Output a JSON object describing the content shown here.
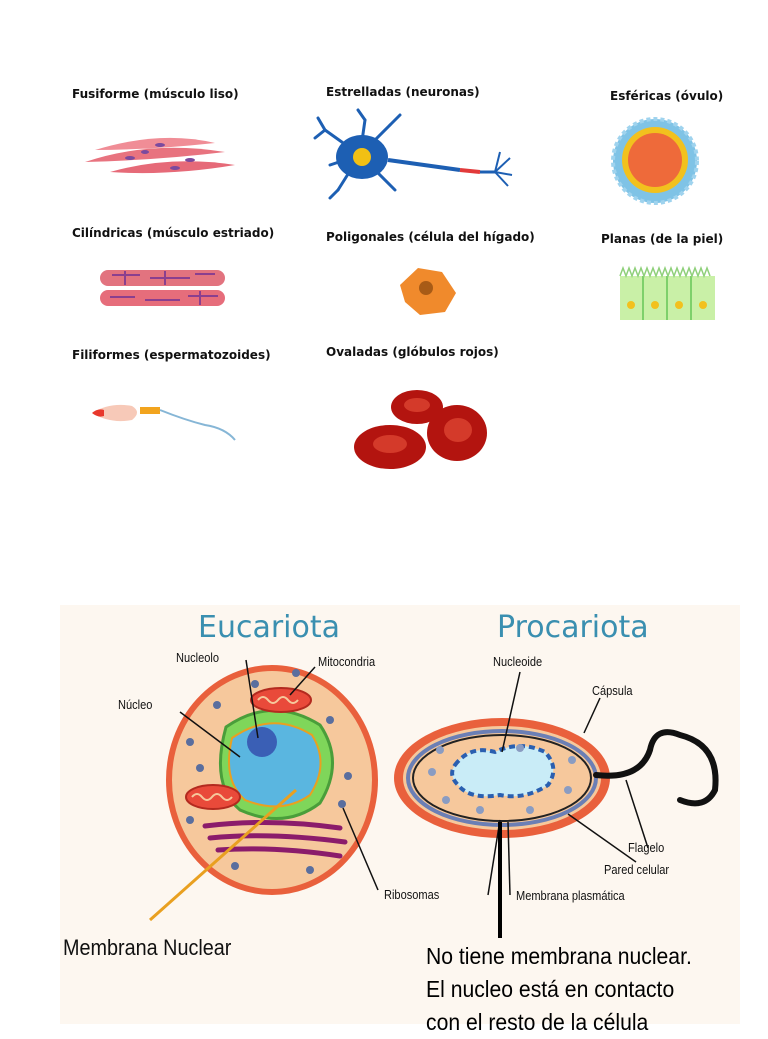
{
  "shapes": {
    "fusiforme": "Fusiforme (músculo liso)",
    "estrelladas": "Estrelladas (neuronas)",
    "esfericas": "Esféricas (óvulo)",
    "cilindricas": "Cilíndricas (músculo estriado)",
    "poligonales": "Poligonales (célula del hígado)",
    "planas": "Planas (de la piel)",
    "filiformes": "Filiformes (espermatozoides)",
    "ovaladas": "Ovaladas (glóbulos rojos)"
  },
  "diagram": {
    "eucariota_title": "Eucariota",
    "procariota_title": "Procariota",
    "eucariota_labels": {
      "nucleolo": "Nucleolo",
      "mitocondria": "Mitocondria",
      "nucleo": "Núcleo",
      "ribosomas": "Ribosomas",
      "membrana_nuclear": "Membrana Nuclear"
    },
    "procariota_labels": {
      "nucleoide": "Nucleoide",
      "capsula": "Cápsula",
      "flagelo": "Flagelo",
      "pared_celular": "Pared celular",
      "membrana_plasmatica": "Membrana plasmática"
    },
    "note_lines": [
      "No tiene membrana nuclear.",
      "El nucleo está en contacto",
      "con el resto de la célula"
    ]
  },
  "colors": {
    "title_blue": "#3a8fb0",
    "cytoplasm": "#f6c89c",
    "membrane": "#e9603c",
    "nucleus": "#5ab6e0",
    "blood_red": "#b3140f"
  }
}
